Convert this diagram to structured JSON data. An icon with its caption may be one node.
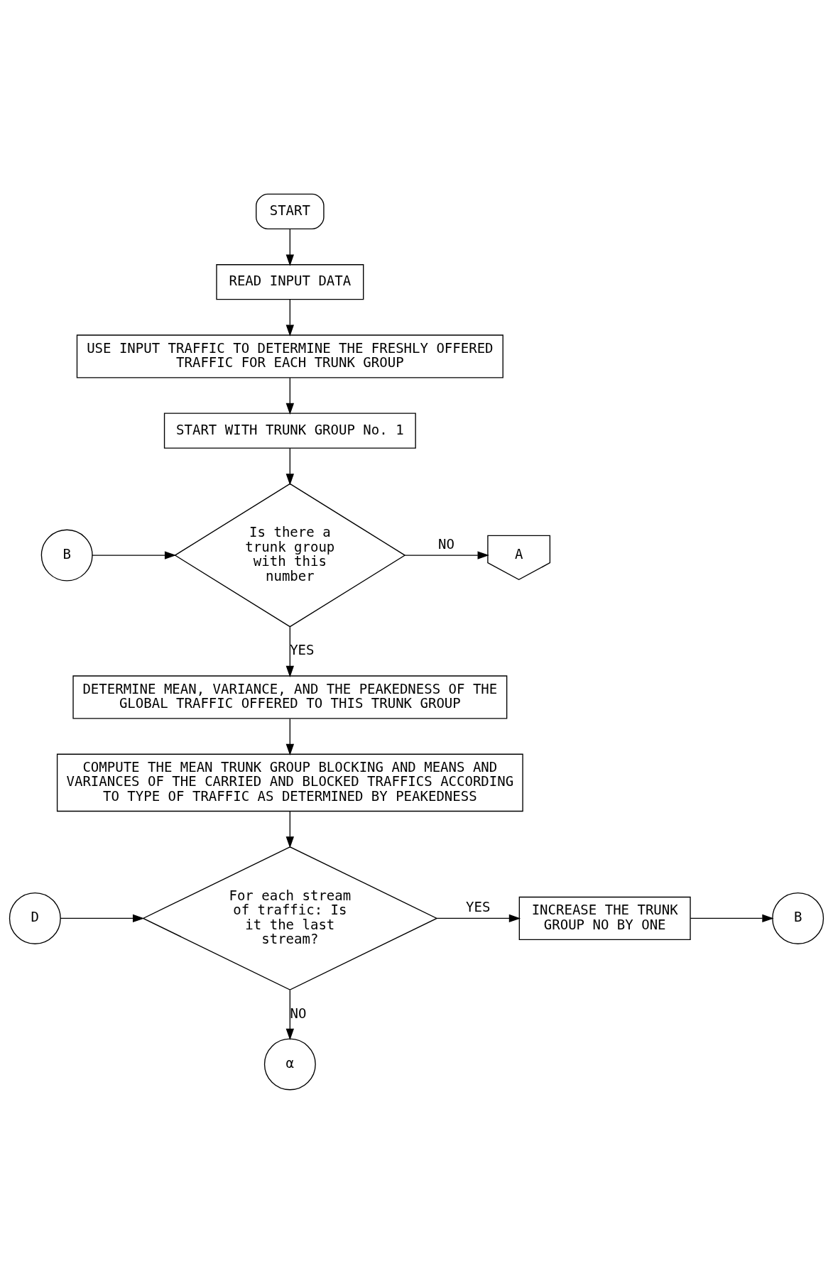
{
  "diagram": {
    "nodes": [
      {
        "text": [
          "START"
        ]
      },
      {
        "text": [
          "READ INPUT DATA"
        ]
      },
      {
        "text": [
          "USE INPUT TRAFFIC TO DETERMINE THE FRESHLY OFFERED TRAFFIC FOR EACH TRUNK GROUP"
        ]
      },
      {
        "text": [
          "START WITH TRUNK GROUP No. 1"
        ]
      },
      {
        "text": [
          "B"
        ]
      },
      {
        "text": [
          "Is there a trunk group with this number"
        ]
      },
      {
        "text": [
          "A"
        ]
      },
      {
        "text": [
          "DETERMINE MEAN, VARIANCE, AND THE PEAKEDNESS OF THE GLOBAL TRAFFIC OFFERED TO THIS TRUNK GROUP"
        ]
      },
      {
        "text": [
          "COMPUTE THE MEAN TRUNK GROUP BLOCKING AND MEANS AND VARIANCES OF THE CARRIED AND BLOCKED TRAFFICS ACCORDING TO TYPE OF TRAFFIC AS DETERMINED BY PEAKEDNESS"
        ]
      },
      {
        "text": [
          "D"
        ]
      },
      {
        "text": [
          "For each stream of traffic: Is it the last stream?"
        ]
      },
      {
        "text": [
          "INCREASE THE TRUNK GROUP NO BY ONE"
        ]
      },
      {
        "text": [
          "B"
        ]
      },
      {
        "text": [
          "α"
        ]
      }
    ],
    "edges": [
      {
        "from": 0,
        "to": 1,
        "arrow": "to"
      },
      {
        "from": 1,
        "to": 2,
        "arrow": "to"
      },
      {
        "from": 2,
        "to": 3,
        "arrow": "to"
      },
      {
        "from": 3,
        "to": 5,
        "arrow": "to"
      },
      {
        "from": 4,
        "to": 5,
        "arrow": "to"
      },
      {
        "from": 5,
        "to": 6,
        "arrow": "to",
        "label": "NO"
      },
      {
        "from": 5,
        "to": 7,
        "arrow": "to",
        "label": "YES"
      },
      {
        "from": 7,
        "to": 8,
        "arrow": "to"
      },
      {
        "from": 8,
        "to": 10,
        "arrow": "to"
      },
      {
        "from": 9,
        "to": 10,
        "arrow": "to"
      },
      {
        "from": 10,
        "to": 11,
        "arrow": "to",
        "label": "YES"
      },
      {
        "from": 11,
        "to": 12,
        "arrow": "to"
      },
      {
        "from": 10,
        "to": 13,
        "arrow": "to",
        "label": "NO"
      }
    ]
  }
}
